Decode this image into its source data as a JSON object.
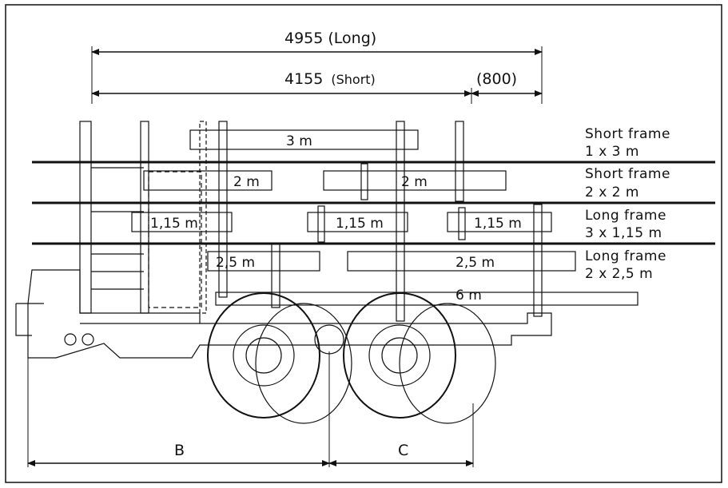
{
  "dimensions": {
    "long_total": "4955 (Long)",
    "short_total": "4155",
    "short_suffix": "(Short)",
    "extension": "(800)",
    "wheelbase_b": "B",
    "wheelbase_c": "C"
  },
  "frames": [
    {
      "name": "Short frame",
      "spec": "1 x 3 m"
    },
    {
      "name": "Short frame",
      "spec": "2 x 2 m"
    },
    {
      "name": "Long frame",
      "spec": "3 x 1,15 m"
    },
    {
      "name": "Long frame",
      "spec": "2 x 2,5 m"
    }
  ],
  "bunk_labels": {
    "three_m": "3 m",
    "two_m": "2 m",
    "one_fifteen": "1,15 m",
    "two_five": "2,5 m",
    "six_m": "6 m"
  },
  "colors": {
    "line": "#111111",
    "background": "#ffffff"
  }
}
